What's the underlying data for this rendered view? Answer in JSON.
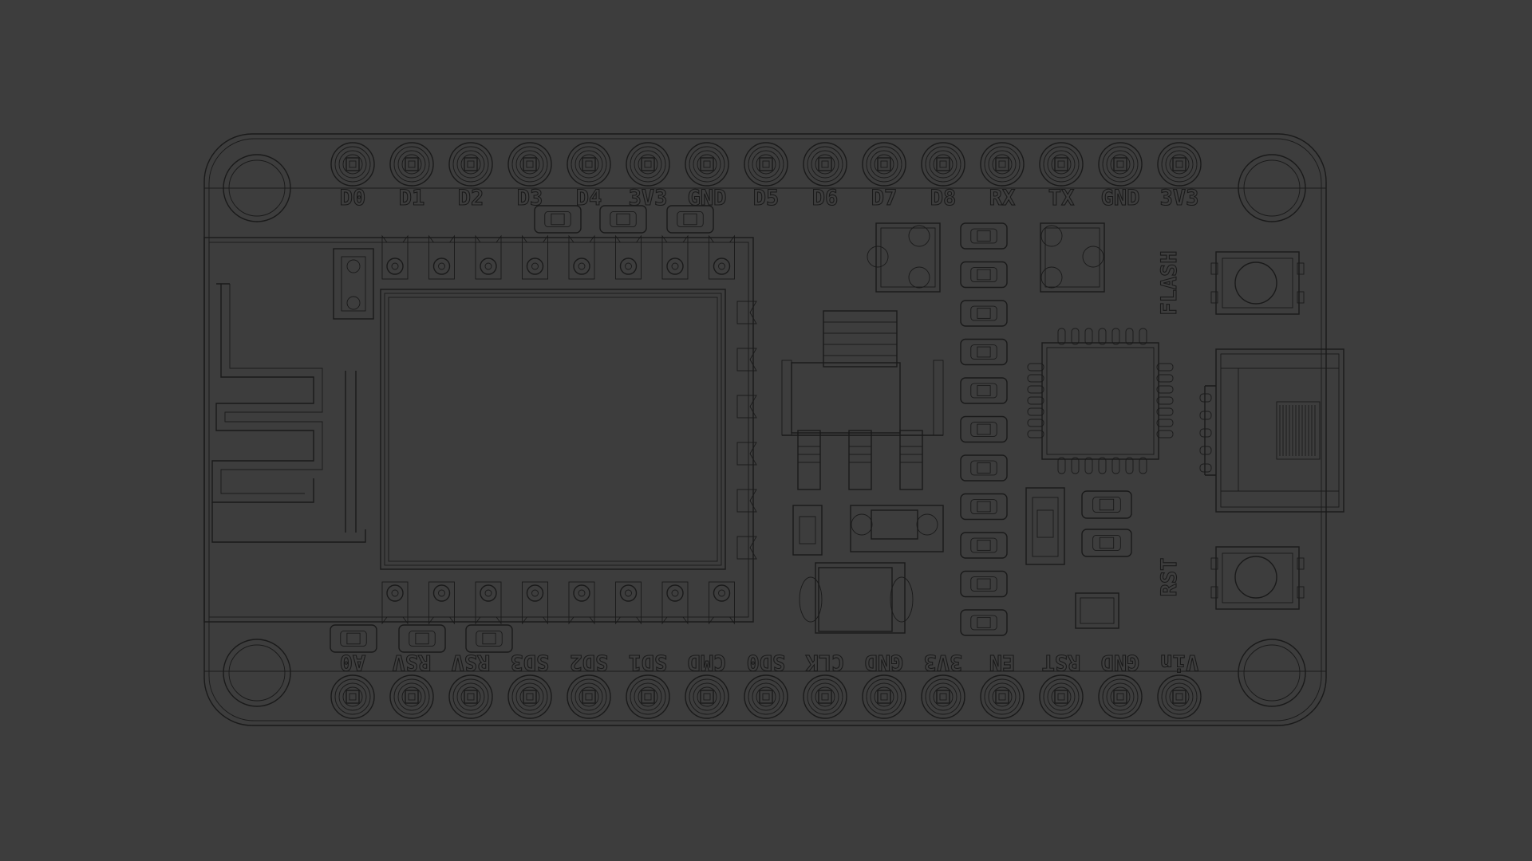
{
  "scene": {
    "background": "#3d3d3d",
    "line_color": "#1a1a1a",
    "view_mode": "wireframe"
  },
  "board": {
    "top_header": {
      "labels": [
        "D0",
        "D1",
        "D2",
        "D3",
        "D4",
        "3V3",
        "GND",
        "D5",
        "D6",
        "D7",
        "D8",
        "RX",
        "TX",
        "GND",
        "3V3"
      ]
    },
    "bottom_header": {
      "labels": [
        "A0",
        "RSV",
        "RSV",
        "SD3",
        "SD2",
        "SD1",
        "CMD",
        "SD0",
        "CLK",
        "GND",
        "3V3",
        "EN",
        "RST",
        "GND",
        "Vin"
      ]
    },
    "buttons": {
      "flash_label": "FLASH",
      "reset_label": "RST"
    }
  }
}
